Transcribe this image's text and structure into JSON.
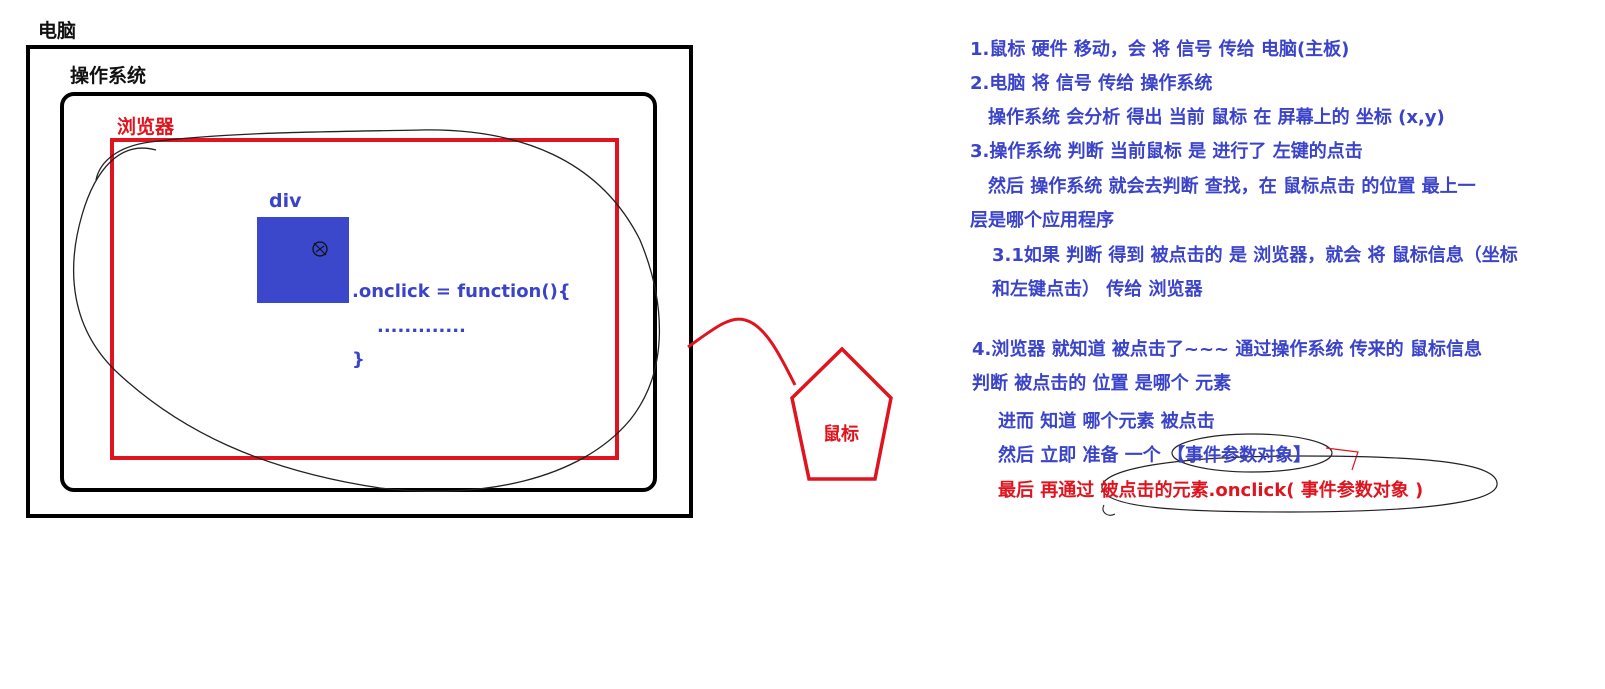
{
  "labels": {
    "computer": "电脑",
    "os": "操作系统",
    "browser": "浏览器",
    "div": "div",
    "mouse": "鼠标"
  },
  "code": {
    "line1": ".onclick = function(){",
    "line2": ".............",
    "line3": "}"
  },
  "notes": [
    "1.鼠标 硬件 移动，会 将 信号 传给 电脑(主板)",
    "2.电脑 将 信号 传给 操作系统",
    "操作系统 会分析 得出 当前 鼠标 在 屏幕上的 坐标 (x,y)",
    "3.操作系统 判断 当前鼠标 是 进行了 左键的点击",
    "然后 操作系统 就会去判断 查找，在 鼠标点击 的位置 最上一",
    "层是哪个应用程序",
    "3.1如果 判断 得到 被点击的 是 浏览器，就会 将 鼠标信息（坐标",
    "和左键点击） 传给 浏览器",
    "4.浏览器 就知道 被点击了~~~ 通过操作系统 传来的 鼠标信息",
    "判断 被点击的 位置 是哪个 元素",
    "进而 知道 哪个元素 被点击",
    "然后 立即 准备 一个 【事件参数对象】",
    "最后 再通过 被点击的元素.onclick( 事件参数对象 )"
  ],
  "colors": {
    "blue": "#3b44c8",
    "red": "#e0141e",
    "black": "#000000"
  }
}
